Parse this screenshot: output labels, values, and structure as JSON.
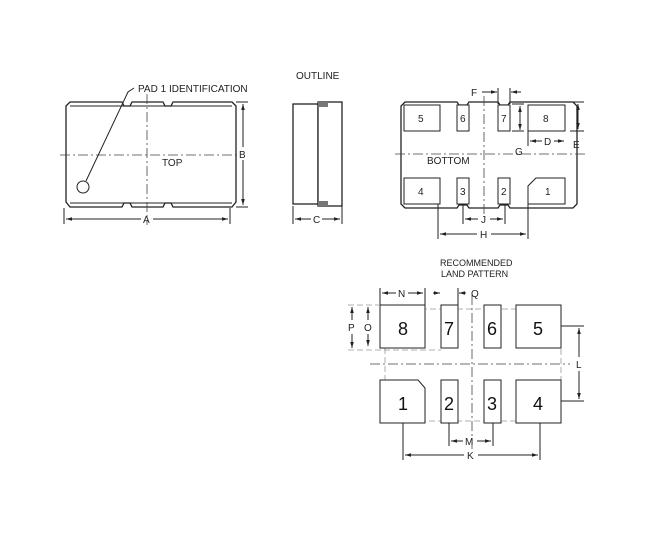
{
  "labels": {
    "pad1": "PAD 1 IDENTIFICATION",
    "outline": "OUTLINE",
    "top": "TOP",
    "bottom": "BOTTOM",
    "land_title_1": "RECOMMENDED",
    "land_title_2": "LAND PATTERN"
  },
  "dims": {
    "A": "A",
    "B": "B",
    "C": "C",
    "D": "D",
    "E": "E",
    "F": "F",
    "G": "G",
    "H": "H",
    "J": "J",
    "K": "K",
    "L": "L",
    "M": "M",
    "N": "N",
    "O": "O",
    "P": "P",
    "Q": "Q"
  },
  "bottom_pads": [
    "1",
    "2",
    "3",
    "4",
    "5",
    "6",
    "7",
    "8"
  ],
  "land_pads": [
    "1",
    "2",
    "3",
    "4",
    "5",
    "6",
    "7",
    "8"
  ]
}
